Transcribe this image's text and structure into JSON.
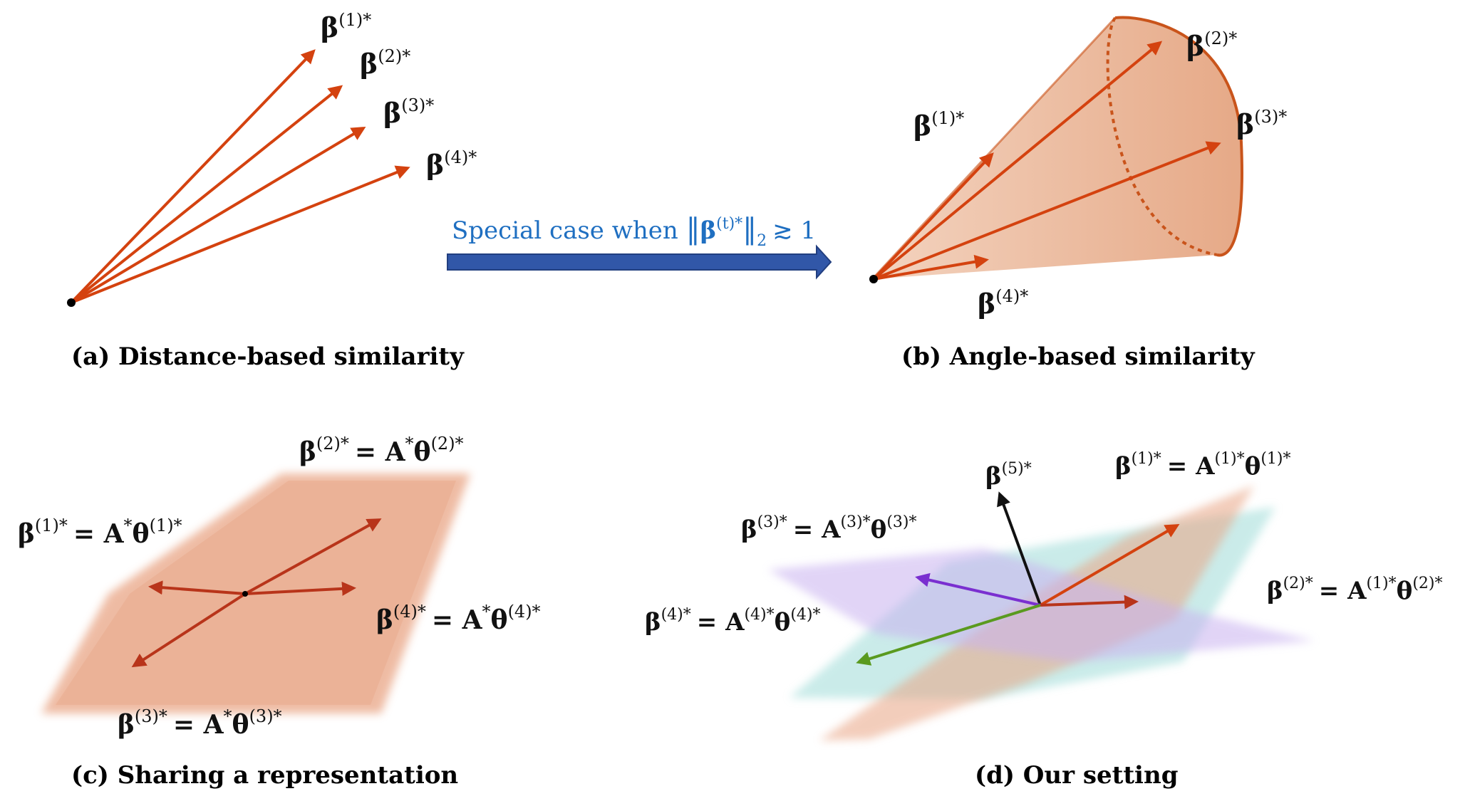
{
  "captions": {
    "a": "(a) Distance-based similarity",
    "b": "(b) Angle-based similarity",
    "c": "(c) Sharing a representation",
    "d": "(d) Our setting"
  },
  "transition": {
    "text_before": "Special case when ",
    "norm_symbol": "β",
    "norm_sup": "(t)*",
    "norm_sub": "2",
    "text_after": "≳ 1"
  },
  "panel_a": {
    "labels": [
      {
        "sym": "β",
        "sup": "(1)*"
      },
      {
        "sym": "β",
        "sup": "(2)*"
      },
      {
        "sym": "β",
        "sup": "(3)*"
      },
      {
        "sym": "β",
        "sup": "(4)*"
      }
    ]
  },
  "panel_b": {
    "labels": [
      {
        "sym": "β",
        "sup": "(1)*"
      },
      {
        "sym": "β",
        "sup": "(2)*"
      },
      {
        "sym": "β",
        "sup": "(3)*"
      },
      {
        "sym": "β",
        "sup": "(4)*"
      }
    ]
  },
  "panel_c": {
    "eqs": [
      {
        "lhs": "β",
        "lsup": "(1)*",
        "rhs": "= A",
        "rsup1": "*",
        "theta": "θ",
        "rsup2": "(1)*"
      },
      {
        "lhs": "β",
        "lsup": "(2)*",
        "rhs": "= A",
        "rsup1": "*",
        "theta": "θ",
        "rsup2": "(2)*"
      },
      {
        "lhs": "β",
        "lsup": "(3)*",
        "rhs": "= A",
        "rsup1": "*",
        "theta": "θ",
        "rsup2": "(3)*"
      },
      {
        "lhs": "β",
        "lsup": "(4)*",
        "rhs": "= A",
        "rsup1": "*",
        "theta": "θ",
        "rsup2": "(4)*"
      }
    ]
  },
  "panel_d": {
    "b5": {
      "sym": "β",
      "sup": "(5)*"
    },
    "eqs": [
      {
        "lhs": "β",
        "lsup": "(1)*",
        "rhs": "= A",
        "rsup1": "(1)*",
        "theta": "θ",
        "rsup2": "(1)*"
      },
      {
        "lhs": "β",
        "lsup": "(2)*",
        "rhs": "= A",
        "rsup1": "(1)*",
        "theta": "θ",
        "rsup2": "(2)*"
      },
      {
        "lhs": "β",
        "lsup": "(3)*",
        "rhs": "= A",
        "rsup1": "(3)*",
        "theta": "θ",
        "rsup2": "(3)*"
      },
      {
        "lhs": "β",
        "lsup": "(4)*",
        "rhs": "= A",
        "rsup1": "(4)*",
        "theta": "θ",
        "rsup2": "(4)*"
      }
    ]
  },
  "colors": {
    "vector": "#d4420f",
    "cone_fill": "#efc2a6",
    "cone_edge": "#c9541b",
    "plane_orange": "#e9a585",
    "plane_teal": "#9fdcd8",
    "plane_purple": "#c9b2f0",
    "arrow_blue": "#3157a8",
    "arrow_purple": "#7a2fd0",
    "arrow_green": "#5a9a1f",
    "arrow_black": "#111111"
  }
}
